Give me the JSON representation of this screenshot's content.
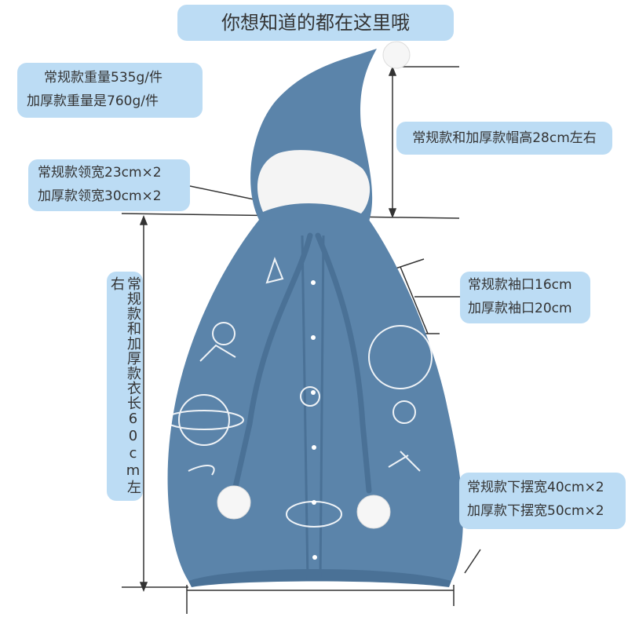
{
  "title": "你想知道的都在这里哦",
  "weight": {
    "regular": "常规款重量535g/件",
    "thick": "加厚款重量是760g/件"
  },
  "hood_height": "常规款和加厚款帽高28cm左右",
  "collar": {
    "regular": "常规款领宽23cm×2",
    "thick": "加厚款领宽30cm×2"
  },
  "cuff": {
    "regular": "常规款袖口16cm",
    "thick": "加厚款袖口20cm"
  },
  "length": "常规款和加厚款衣长60cm左右",
  "hem": {
    "regular": "常规款下摆宽40cm×2",
    "thick": "加厚款下摆宽50cm×2"
  },
  "colors": {
    "fabric": "#5b84aa",
    "label_bg": "#bcdcf4",
    "lining": "#f4f4f4"
  }
}
